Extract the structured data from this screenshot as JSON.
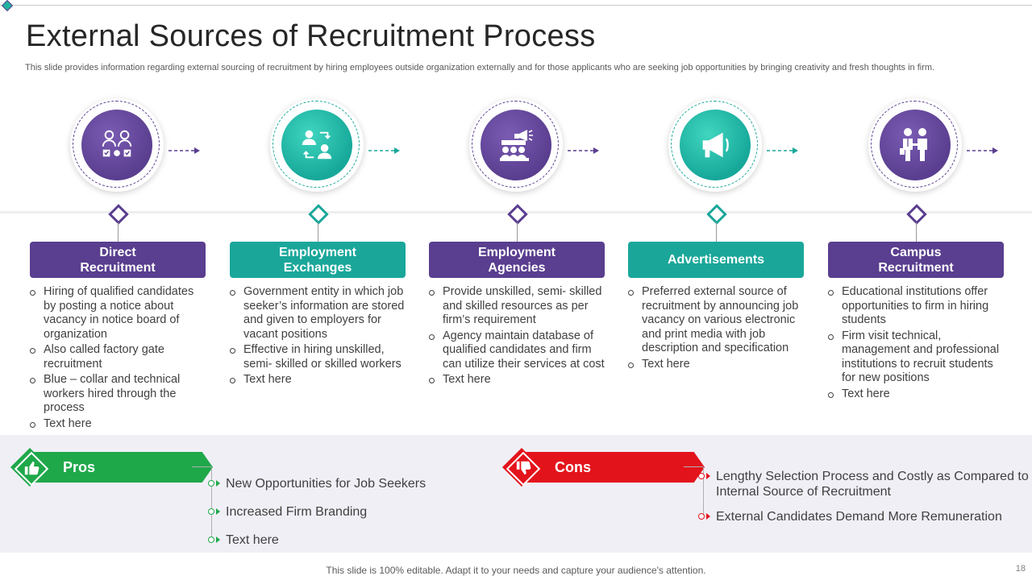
{
  "title": "External Sources of Recruitment Process",
  "subtitle": "This slide provides information regarding external sourcing of recruitment by hiring employees outside organization externally and for those applicants who are seeking job opportunities by bringing creativity and fresh thoughts in firm.",
  "colors": {
    "purple": "#5a3e8f",
    "teal": "#1aa79a",
    "green": "#1fa84a",
    "red": "#e3131b"
  },
  "columns": [
    {
      "icon": "employees-checklist-icon",
      "title": "Direct\nRecruitment",
      "color": "purple",
      "points": [
        "Hiring of qualified candidates by posting a notice about vacancy in notice board of organization",
        "Also called factory gate recruitment",
        "Blue – collar and technical workers hired through the process",
        "Text here"
      ]
    },
    {
      "icon": "exchange-people-icon",
      "title": "Employment\nExchanges",
      "color": "teal",
      "points": [
        "Government entity in which job seeker’s information are stored and given to employers for vacant positions",
        "Effective in hiring unskilled, semi- skilled or skilled workers",
        "Text here"
      ]
    },
    {
      "icon": "recruitment-agency-icon",
      "title": "Employment\nAgencies",
      "color": "purple",
      "points": [
        "Provide unskilled, semi- skilled and skilled resources as per firm’s requirement",
        "Agency maintain database of qualified candidates and firm can utilize their services at cost",
        "Text here"
      ]
    },
    {
      "icon": "megaphone-icon",
      "title": "Advertisements",
      "color": "teal",
      "points": [
        "Preferred external source of recruitment by announcing job vacancy on various electronic and print media with job description and specification",
        "Text here"
      ]
    },
    {
      "icon": "handshake-people-icon",
      "title": "Campus\nRecruitment",
      "color": "purple",
      "points": [
        "Educational institutions offer opportunities to firm in hiring students",
        "Firm visit technical, management and professional institutions to recruit students for new positions",
        "Text here"
      ]
    }
  ],
  "pros": {
    "label": "Pros",
    "icon": "thumbs-up-icon",
    "items": [
      "New Opportunities for Job Seekers",
      "Increased Firm Branding",
      "Text here"
    ]
  },
  "cons": {
    "label": "Cons",
    "icon": "thumbs-down-icon",
    "items": [
      "Lengthy Selection Process and Costly as Compared to Internal  Source of Recruitment",
      "External Candidates Demand More Remuneration"
    ]
  },
  "footer": "This slide is 100% editable. Adapt it to your needs and capture your audience's attention.",
  "page_number": "18"
}
